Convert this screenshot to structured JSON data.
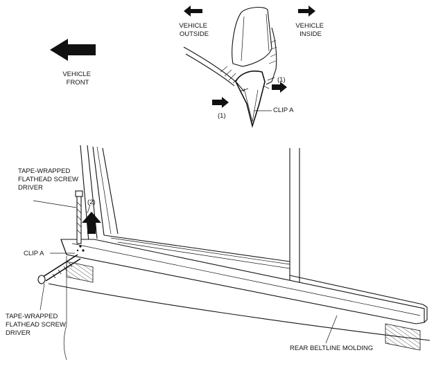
{
  "labels": {
    "vehicle_outside": [
      "VEHICLE",
      "OUTSIDE"
    ],
    "vehicle_inside": [
      "VEHICLE",
      "INSIDE"
    ],
    "vehicle_front": [
      "VEHICLE",
      "FRONT"
    ],
    "step1_top": "(1)",
    "step1_bottom": "(1)",
    "step2": "(2)",
    "clip_a_top": "CLIP A",
    "clip_a_bottom": "CLIP A",
    "screwdriver_top": [
      "TAPE-WRAPPED",
      "FLATHEAD SCREW",
      "DRIVER"
    ],
    "screwdriver_bottom": [
      "TAPE-WRAPPED",
      "FLATHEAD SCREW",
      "DRIVER"
    ],
    "molding": "REAR BELTLINE MOLDING"
  },
  "colors": {
    "ink": "#111111",
    "paper": "#ffffff"
  }
}
